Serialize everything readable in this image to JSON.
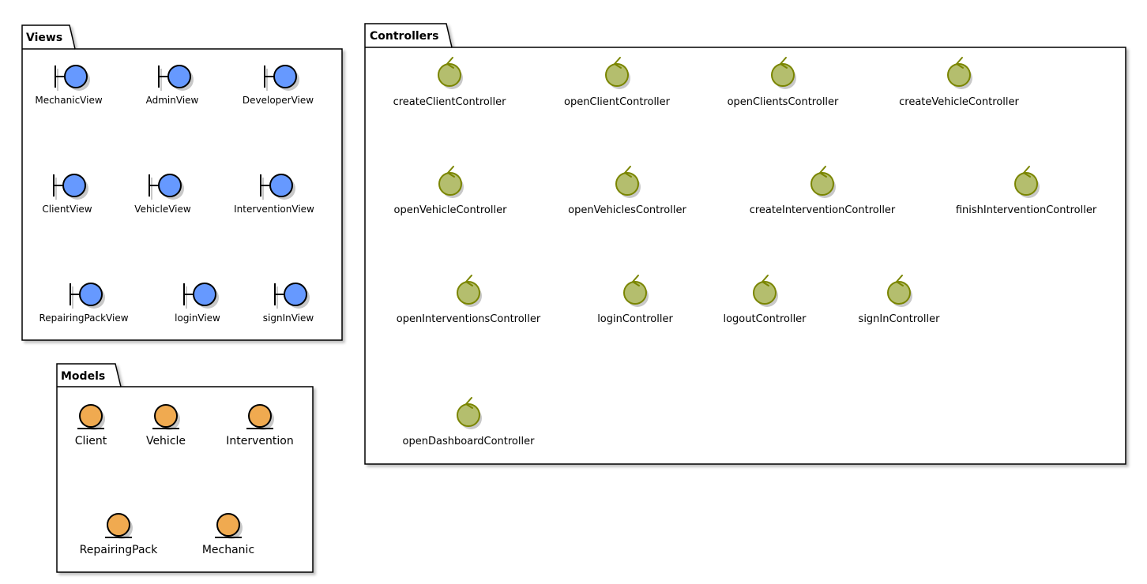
{
  "colors": {
    "boundary_fill": "#6699FF",
    "entity_fill": "#F0AA50",
    "control_fill": "#B4BE6E",
    "control_stroke": "#7A8500",
    "frame_stroke": "#000000",
    "shadow": "#C8C8C8"
  },
  "packages": {
    "views": {
      "title": "Views"
    },
    "models": {
      "title": "Models"
    },
    "controllers": {
      "title": "Controllers"
    }
  },
  "views": [
    {
      "label": "MechanicView",
      "icon": "boundary-icon"
    },
    {
      "label": "AdminView",
      "icon": "boundary-icon"
    },
    {
      "label": "DeveloperView",
      "icon": "boundary-icon"
    },
    {
      "label": "ClientView",
      "icon": "boundary-icon"
    },
    {
      "label": "VehicleView",
      "icon": "boundary-icon"
    },
    {
      "label": "InterventionView",
      "icon": "boundary-icon"
    },
    {
      "label": "RepairingPackView",
      "icon": "boundary-icon"
    },
    {
      "label": "loginView",
      "icon": "boundary-icon"
    },
    {
      "label": "signInView",
      "icon": "boundary-icon"
    }
  ],
  "models": [
    {
      "label": "Client",
      "icon": "entity-icon"
    },
    {
      "label": "Vehicle",
      "icon": "entity-icon"
    },
    {
      "label": "Intervention",
      "icon": "entity-icon"
    },
    {
      "label": "RepairingPack",
      "icon": "entity-icon"
    },
    {
      "label": "Mechanic",
      "icon": "entity-icon"
    }
  ],
  "controllers": [
    {
      "label": "createClientController",
      "icon": "control-icon"
    },
    {
      "label": "openClientController",
      "icon": "control-icon"
    },
    {
      "label": "openClientsController",
      "icon": "control-icon"
    },
    {
      "label": "createVehicleController",
      "icon": "control-icon"
    },
    {
      "label": "openVehicleController",
      "icon": "control-icon"
    },
    {
      "label": "openVehiclesController",
      "icon": "control-icon"
    },
    {
      "label": "createInterventionController",
      "icon": "control-icon"
    },
    {
      "label": "finishInterventionController",
      "icon": "control-icon"
    },
    {
      "label": "openInterventionsController",
      "icon": "control-icon"
    },
    {
      "label": "loginController",
      "icon": "control-icon"
    },
    {
      "label": "logoutController",
      "icon": "control-icon"
    },
    {
      "label": "signInController",
      "icon": "control-icon"
    },
    {
      "label": "openDashboardController",
      "icon": "control-icon"
    }
  ]
}
